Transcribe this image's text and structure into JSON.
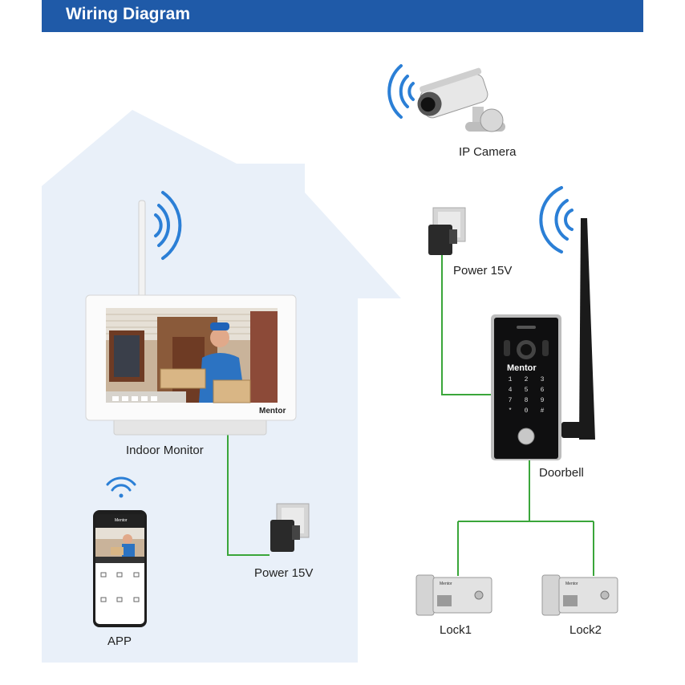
{
  "header": {
    "title": "Wiring Diagram"
  },
  "devices": {
    "ip_camera": {
      "label": "IP Camera",
      "icon": "cctv-camera-icon"
    },
    "indoor_monitor": {
      "label": "Indoor Monitor",
      "brand": "Mentor"
    },
    "doorbell": {
      "label": "Doorbell",
      "brand": "Mentor",
      "keys": [
        "1",
        "2",
        "3",
        "4",
        "5",
        "6",
        "7",
        "8",
        "9",
        "*",
        "0",
        "#"
      ]
    },
    "app": {
      "label": "APP",
      "icon": "wifi-icon",
      "screen_title": "Mentor"
    },
    "power_top": {
      "label": "Power 15V",
      "icon": "power-adapter-icon"
    },
    "power_bottom": {
      "label": "Power 15V",
      "icon": "power-adapter-icon"
    },
    "lock1": {
      "label": "Lock1",
      "brand": "Mentor"
    },
    "lock2": {
      "label": "Lock2",
      "brand": "Mentor"
    }
  },
  "colors": {
    "banner": "#1f5aa8",
    "house": "#e9f0f9",
    "wire": "#3aa63a",
    "signal": "#2b7fd6"
  }
}
